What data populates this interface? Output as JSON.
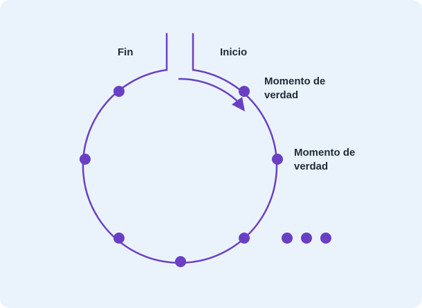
{
  "labels": {
    "end": "Fin",
    "start": "Inicio",
    "moment1_line1": "Momento de",
    "moment1_line2": "verdad",
    "moment2_line1": "Momento de",
    "moment2_line2": "verdad"
  },
  "colors": {
    "background": "#eaf3fc",
    "accent": "#6a3fc4",
    "text": "#1f2a37"
  },
  "icons": {
    "ellipsis": "more-dots-icon",
    "arrow": "direction-arrow-icon"
  }
}
